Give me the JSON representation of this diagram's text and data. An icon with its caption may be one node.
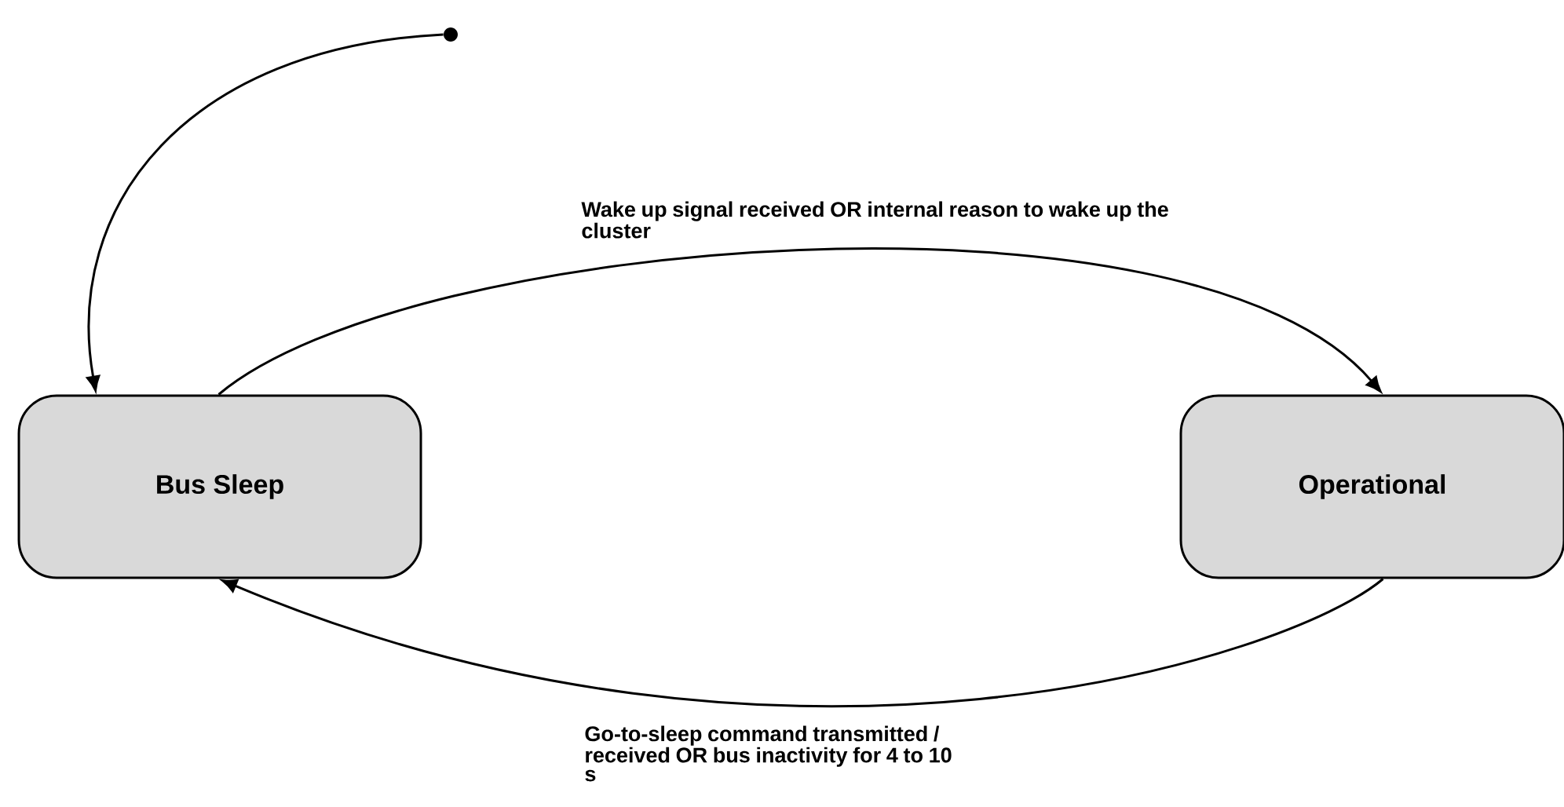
{
  "diagram": {
    "nodes": [
      {
        "text": [],
        "shape": "circle"
      },
      {
        "text": [
          "Bus Sleep"
        ]
      },
      {
        "text": [
          "Operational"
        ]
      }
    ],
    "edges": [
      {
        "from": 0,
        "to": 1,
        "arrow": "to"
      },
      {
        "from": 1,
        "to": 2,
        "arrow": "to",
        "label": "Wake up signal received OR internal reason to wake up the cluster"
      },
      {
        "from": 2,
        "to": 1,
        "arrow": "to",
        "label": "Go-to-sleep command transmitted / received OR bus inactivity for 4 to 10 s"
      }
    ]
  }
}
